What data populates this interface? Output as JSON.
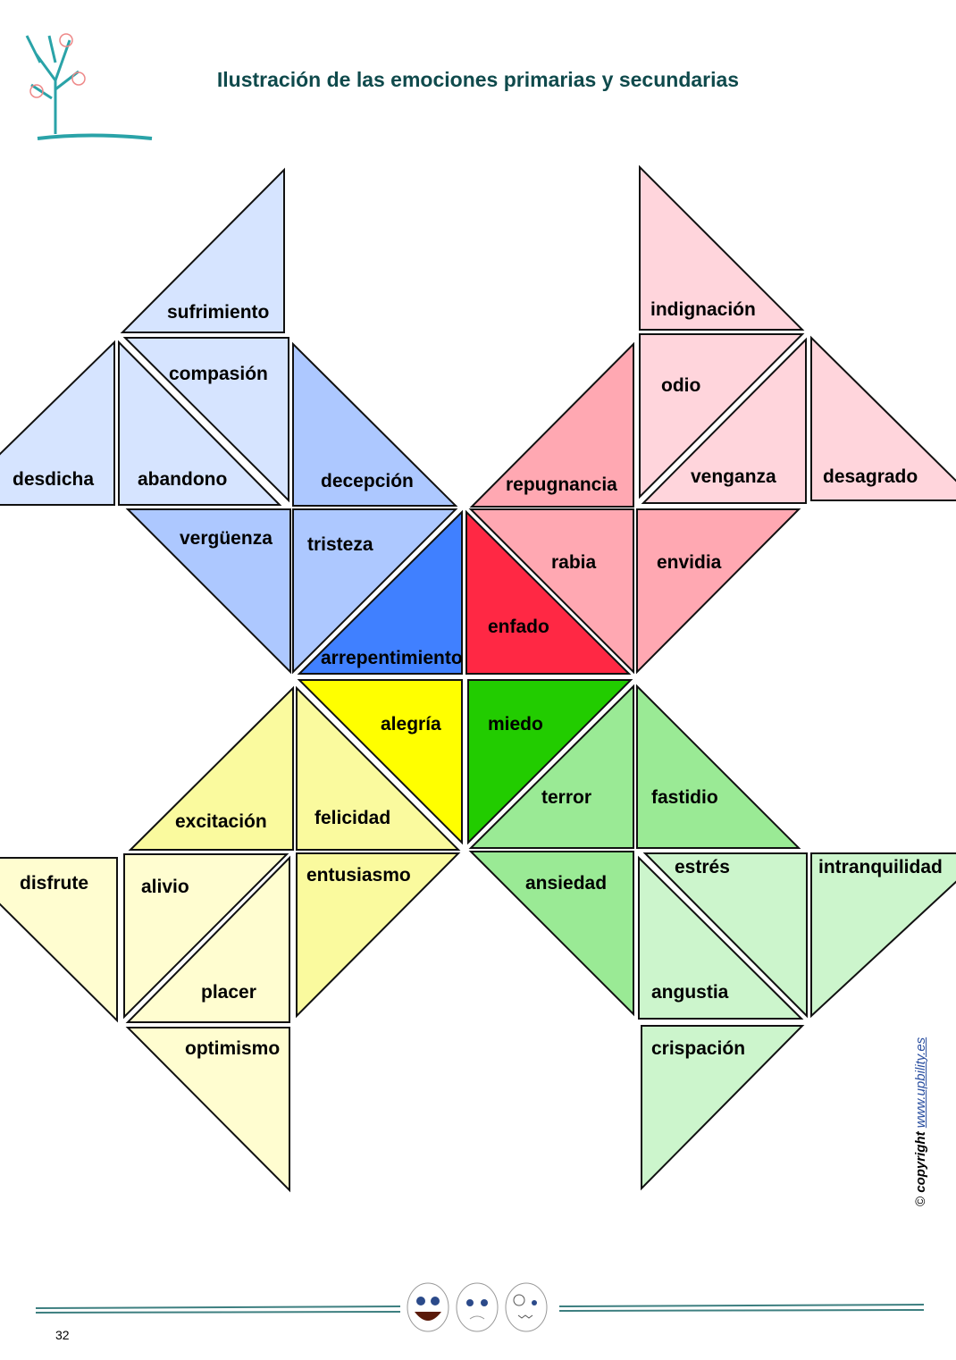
{
  "header": {
    "title": "Ilustración de las emociones primarias y secundarias"
  },
  "colors": {
    "blue_light": "#d6e4ff",
    "blue_mid": "#adc8ff",
    "blue_primary": "#4080ff",
    "red_light": "#ffd5dc",
    "red_mid": "#ffa8b2",
    "red_primary": "#ff2844",
    "yellow_light": "#fffdd0",
    "yellow_mid": "#fafa9e",
    "yellow_primary": "#ffff00",
    "green_light": "#ccf5cc",
    "green_mid": "#9aea95",
    "green_primary": "#22cc00",
    "title": "#0f4a4c"
  },
  "emotions": {
    "sufrimiento": "sufrimiento",
    "compasion": "compasión",
    "desdicha": "desdicha",
    "abandono": "abandono",
    "decepcion": "decepción",
    "verguenza": "vergüenza",
    "tristeza": "tristeza",
    "arrepentimiento": "arrepentimiento",
    "indignacion": "indignación",
    "odio": "odio",
    "venganza": "venganza",
    "desagrado": "desagrado",
    "repugnancia": "repugnancia",
    "rabia": "rabia",
    "envidia": "envidia",
    "enfado": "enfado",
    "alegria": "alegría",
    "excitacion": "excitación",
    "felicidad": "felicidad",
    "entusiasmo": "entusiasmo",
    "disfrute": "disfrute",
    "alivio": "alivio",
    "placer": "placer",
    "optimismo": "optimismo",
    "miedo": "miedo",
    "terror": "terror",
    "fastidio": "fastidio",
    "ansiedad": "ansiedad",
    "estres": "estrés",
    "angustia": "angustia",
    "intranquilidad": "intranquilidad",
    "crispacion": "crispación"
  },
  "footer": {
    "page_number": "32",
    "copyright_symbol": "©",
    "copyright_word": "copyright",
    "website": "www.upbility.es"
  }
}
